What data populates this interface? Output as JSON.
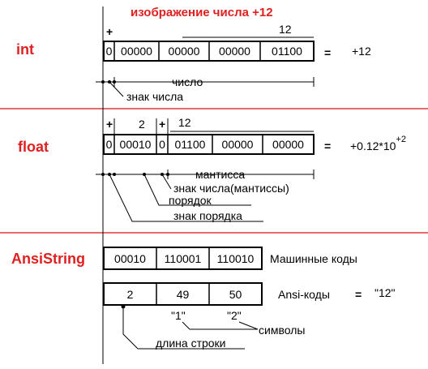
{
  "colors": {
    "accent": "#e02020",
    "separator": "#e03a3a",
    "ink": "#000000"
  },
  "title": "изображение числа +12",
  "int": {
    "label": "int",
    "plus": "+",
    "value_label": "12",
    "cells": [
      "0",
      "00000",
      "00000",
      "00000",
      "01100"
    ],
    "equals": "=",
    "result": "+12",
    "number_label": "число",
    "sign_label": "знак числа"
  },
  "float": {
    "label": "float",
    "plus1": "+",
    "order_value": "2",
    "plus2": "+",
    "mantissa_value": "12",
    "cells": [
      "0",
      "00010",
      "0",
      "01100",
      "00000",
      "00000"
    ],
    "equals": "=",
    "result_prefix": "+0.12*10",
    "result_exp": "+2",
    "mantissa_label": "мантисса",
    "mantissa_sign_label": "знак числа(мантиссы)",
    "order_label": "порядок",
    "order_sign_label": "знак порядка"
  },
  "ansistring": {
    "label": "AnsiString",
    "codes_cells": [
      "00010",
      "110001",
      "110010"
    ],
    "codes_label": "Машинные  коды",
    "ansi_cells": [
      "2",
      "49",
      "50"
    ],
    "ansi_label": "Ansi-коды",
    "ansi_equals": "=",
    "ansi_value": "\"12\"",
    "char1": "\"1\"",
    "char2": "\"2\"",
    "chars_label": "символы",
    "length_label": "длина строки"
  }
}
